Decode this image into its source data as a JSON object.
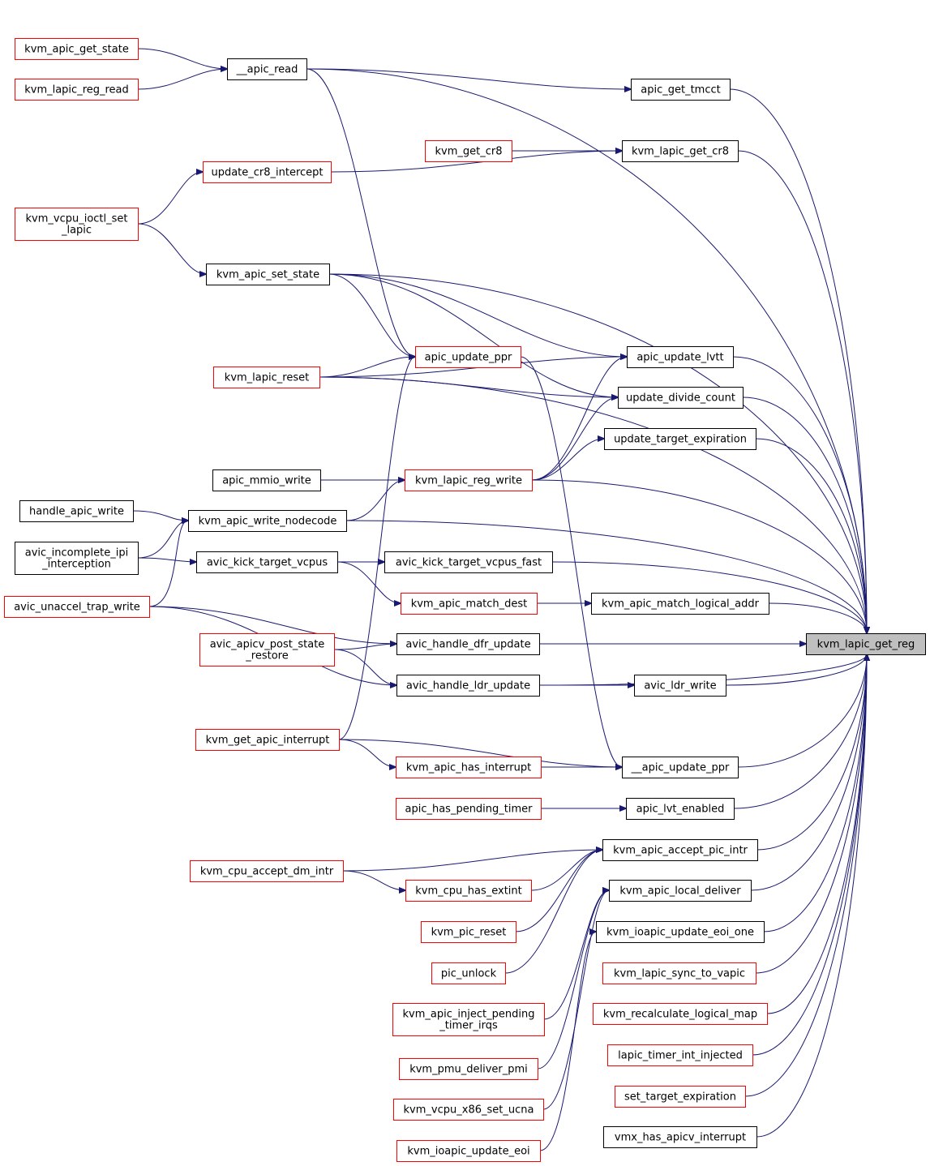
{
  "graph": {
    "title": "",
    "nodes": [
      {
        "id": "root",
        "label": "kvm_lapic_get_reg",
        "style": "root"
      },
      {
        "id": "n1",
        "label": "__apic_read",
        "style": "black"
      },
      {
        "id": "n2",
        "label": "apic_get_tmcct",
        "style": "black"
      },
      {
        "id": "n3",
        "label": "kvm_lapic_get_cr8",
        "style": "black"
      },
      {
        "id": "n4",
        "label": "kvm_apic_set_state",
        "style": "black"
      },
      {
        "id": "n5",
        "label": "apic_update_lvtt",
        "style": "black"
      },
      {
        "id": "n6",
        "label": "update_divide_count",
        "style": "black"
      },
      {
        "id": "n7",
        "label": "update_target_expiration",
        "style": "black"
      },
      {
        "id": "n8",
        "label": "kvm_apic_write_nodecode",
        "style": "black"
      },
      {
        "id": "n9",
        "label": "avic_kick_target_vcpus_fast",
        "style": "black"
      },
      {
        "id": "n10",
        "label": "kvm_apic_match_logical_addr",
        "style": "black"
      },
      {
        "id": "n11",
        "label": "avic_handle_dfr_update",
        "style": "black"
      },
      {
        "id": "n12",
        "label": "avic_ldr_write",
        "style": "black"
      },
      {
        "id": "n13",
        "label": "avic_handle_ldr_update",
        "style": "black"
      },
      {
        "id": "n14",
        "label": "__apic_update_ppr",
        "style": "black"
      },
      {
        "id": "n15",
        "label": "apic_lvt_enabled",
        "style": "black"
      },
      {
        "id": "n16",
        "label": "kvm_apic_accept_pic_intr",
        "style": "black"
      },
      {
        "id": "n17",
        "label": "kvm_apic_local_deliver",
        "style": "black"
      },
      {
        "id": "n18",
        "label": "kvm_ioapic_update_eoi_one",
        "style": "black"
      },
      {
        "id": "n19",
        "label": "kvm_lapic_sync_to_vapic",
        "style": "red"
      },
      {
        "id": "n20",
        "label": "kvm_recalculate_logical_map",
        "style": "red"
      },
      {
        "id": "n21",
        "label": "lapic_timer_int_injected",
        "style": "red"
      },
      {
        "id": "n22",
        "label": "set_target_expiration",
        "style": "red"
      },
      {
        "id": "n23",
        "label": "vmx_has_apicv_interrupt",
        "style": "black"
      },
      {
        "id": "n24",
        "label": "kvm_apic_get_state",
        "style": "red"
      },
      {
        "id": "n25",
        "label": "kvm_lapic_reg_read",
        "style": "red"
      },
      {
        "id": "n26",
        "label": "kvm_get_cr8",
        "style": "red"
      },
      {
        "id": "n27",
        "label": "update_cr8_intercept",
        "style": "red"
      },
      {
        "id": "n28",
        "label": "kvm_vcpu_ioctl_set_lapic",
        "lines": [
          "kvm_vcpu_ioctl_set",
          "_lapic"
        ],
        "style": "red"
      },
      {
        "id": "n29",
        "label": "apic_update_ppr",
        "style": "red"
      },
      {
        "id": "n30",
        "label": "kvm_lapic_reset",
        "style": "red"
      },
      {
        "id": "n31",
        "label": "kvm_lapic_reg_write",
        "style": "red"
      },
      {
        "id": "n32",
        "label": "apic_mmio_write",
        "style": "black"
      },
      {
        "id": "n33",
        "label": "handle_apic_write",
        "style": "black"
      },
      {
        "id": "n34",
        "label": "avic_incomplete_ipi_interception",
        "lines": [
          "avic_incomplete_ipi",
          "_interception"
        ],
        "style": "black"
      },
      {
        "id": "n35",
        "label": "avic_kick_target_vcpus",
        "style": "black"
      },
      {
        "id": "n36",
        "label": "avic_unaccel_trap_write",
        "style": "red"
      },
      {
        "id": "n37",
        "label": "kvm_apic_match_dest",
        "style": "red"
      },
      {
        "id": "n38",
        "label": "avic_apicv_post_state_restore",
        "lines": [
          "avic_apicv_post_state",
          "_restore"
        ],
        "style": "red"
      },
      {
        "id": "n39",
        "label": "kvm_get_apic_interrupt",
        "style": "red"
      },
      {
        "id": "n40",
        "label": "kvm_apic_has_interrupt",
        "style": "red"
      },
      {
        "id": "n41",
        "label": "apic_has_pending_timer",
        "style": "red"
      },
      {
        "id": "n42",
        "label": "kvm_cpu_accept_dm_intr",
        "style": "red"
      },
      {
        "id": "n43",
        "label": "kvm_cpu_has_extint",
        "style": "red"
      },
      {
        "id": "n44",
        "label": "kvm_pic_reset",
        "style": "red"
      },
      {
        "id": "n45",
        "label": "pic_unlock",
        "style": "red"
      },
      {
        "id": "n46",
        "label": "kvm_apic_inject_pending_timer_irqs",
        "lines": [
          "kvm_apic_inject_pending",
          "_timer_irqs"
        ],
        "style": "red"
      },
      {
        "id": "n47",
        "label": "kvm_pmu_deliver_pmi",
        "style": "red"
      },
      {
        "id": "n48",
        "label": "kvm_vcpu_x86_set_ucna",
        "style": "red"
      },
      {
        "id": "n49",
        "label": "kvm_ioapic_update_eoi",
        "style": "red"
      }
    ],
    "edges": [
      [
        "n1",
        "root"
      ],
      [
        "n2",
        "root"
      ],
      [
        "n3",
        "root"
      ],
      [
        "n4",
        "root"
      ],
      [
        "n5",
        "root"
      ],
      [
        "n6",
        "root"
      ],
      [
        "n7",
        "root"
      ],
      [
        "n31",
        "root"
      ],
      [
        "n8",
        "root"
      ],
      [
        "n9",
        "root"
      ],
      [
        "n10",
        "root"
      ],
      [
        "n11",
        "root"
      ],
      [
        "n12",
        "root"
      ],
      [
        "n13",
        "root"
      ],
      [
        "n14",
        "root"
      ],
      [
        "n15",
        "root"
      ],
      [
        "n16",
        "root"
      ],
      [
        "n17",
        "root"
      ],
      [
        "n18",
        "root"
      ],
      [
        "n19",
        "root"
      ],
      [
        "n20",
        "root"
      ],
      [
        "n21",
        "root"
      ],
      [
        "n22",
        "root"
      ],
      [
        "n23",
        "root"
      ],
      [
        "n30",
        "root"
      ],
      [
        "n24",
        "n1"
      ],
      [
        "n25",
        "n1"
      ],
      [
        "n1",
        "n2"
      ],
      [
        "n26",
        "n3"
      ],
      [
        "n27",
        "n3"
      ],
      [
        "n28",
        "n27"
      ],
      [
        "n28",
        "n4"
      ],
      [
        "n4",
        "n5"
      ],
      [
        "n4",
        "n6"
      ],
      [
        "n4",
        "n29"
      ],
      [
        "n1",
        "n29"
      ],
      [
        "n30",
        "n29"
      ],
      [
        "n30",
        "n5"
      ],
      [
        "n30",
        "n6"
      ],
      [
        "n31",
        "n5"
      ],
      [
        "n31",
        "n6"
      ],
      [
        "n31",
        "n7"
      ],
      [
        "n32",
        "n31"
      ],
      [
        "n8",
        "n31"
      ],
      [
        "n33",
        "n8"
      ],
      [
        "n34",
        "n8"
      ],
      [
        "n36",
        "n8"
      ],
      [
        "n34",
        "n35"
      ],
      [
        "n35",
        "n9"
      ],
      [
        "n35",
        "n37"
      ],
      [
        "n37",
        "n10"
      ],
      [
        "n36",
        "n11"
      ],
      [
        "n38",
        "n11"
      ],
      [
        "n38",
        "n13"
      ],
      [
        "n36",
        "n13"
      ],
      [
        "n13",
        "n12"
      ],
      [
        "n39",
        "n29"
      ],
      [
        "n29",
        "n14"
      ],
      [
        "n39",
        "n14"
      ],
      [
        "n40",
        "n14"
      ],
      [
        "n39",
        "n40"
      ],
      [
        "n41",
        "n15"
      ],
      [
        "n42",
        "n16"
      ],
      [
        "n43",
        "n16"
      ],
      [
        "n42",
        "n43"
      ],
      [
        "n44",
        "n16"
      ],
      [
        "n45",
        "n16"
      ],
      [
        "n46",
        "n17"
      ],
      [
        "n47",
        "n17"
      ],
      [
        "n48",
        "n17"
      ],
      [
        "n49",
        "n18"
      ]
    ]
  }
}
